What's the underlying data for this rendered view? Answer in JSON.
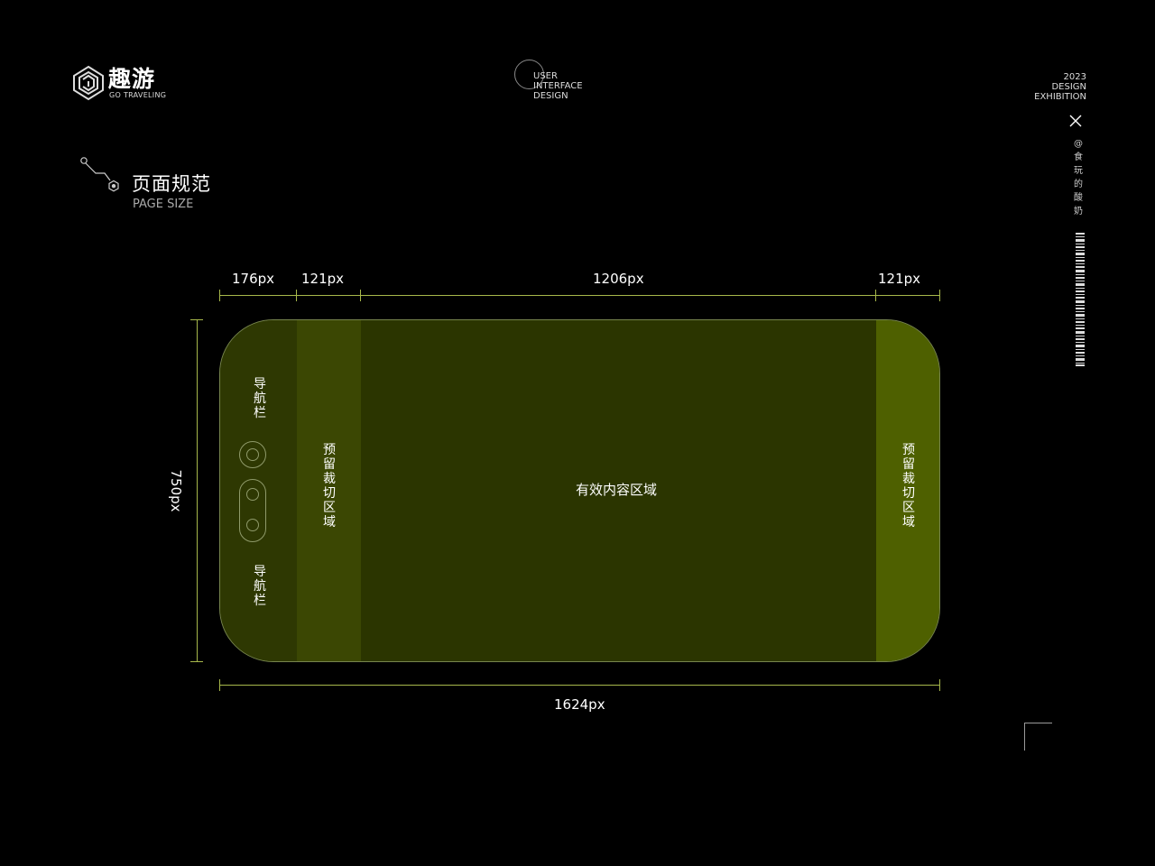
{
  "brand": {
    "name_cn": "趣游",
    "name_en": "GO TRAVELING",
    "icon": "maze-logo-icon"
  },
  "header_center": {
    "lines": [
      "USER",
      "INTERFACE",
      "DESIGN"
    ]
  },
  "header_right": {
    "lines": [
      "2023",
      "DESIGN",
      "EXHIBITION"
    ],
    "close_icon": "close-icon",
    "credit": "@食玩的酸奶",
    "barcode_icon": "barcode-icon"
  },
  "section": {
    "title": "页面规范",
    "subtitle": "PAGE SIZE",
    "icon": "node-connector-icon"
  },
  "diagram": {
    "top_dims": [
      "176px",
      "121px",
      "1206px",
      "121px"
    ],
    "height_dim": "750px",
    "width_dim": "1624px",
    "nav_label_top": "导航栏",
    "nav_label_bottom": "导航栏",
    "crop_left_label": "预留裁切区域",
    "crop_right_label": "预留裁切区域",
    "content_label": "有效内容区域",
    "colors": {
      "accent_line": "#a7b84b",
      "nav_zone": "#2e3802",
      "crop_left_zone": "#3b4703",
      "content_zone": "#2b3500",
      "crop_right_zone": "#4e6000"
    }
  }
}
